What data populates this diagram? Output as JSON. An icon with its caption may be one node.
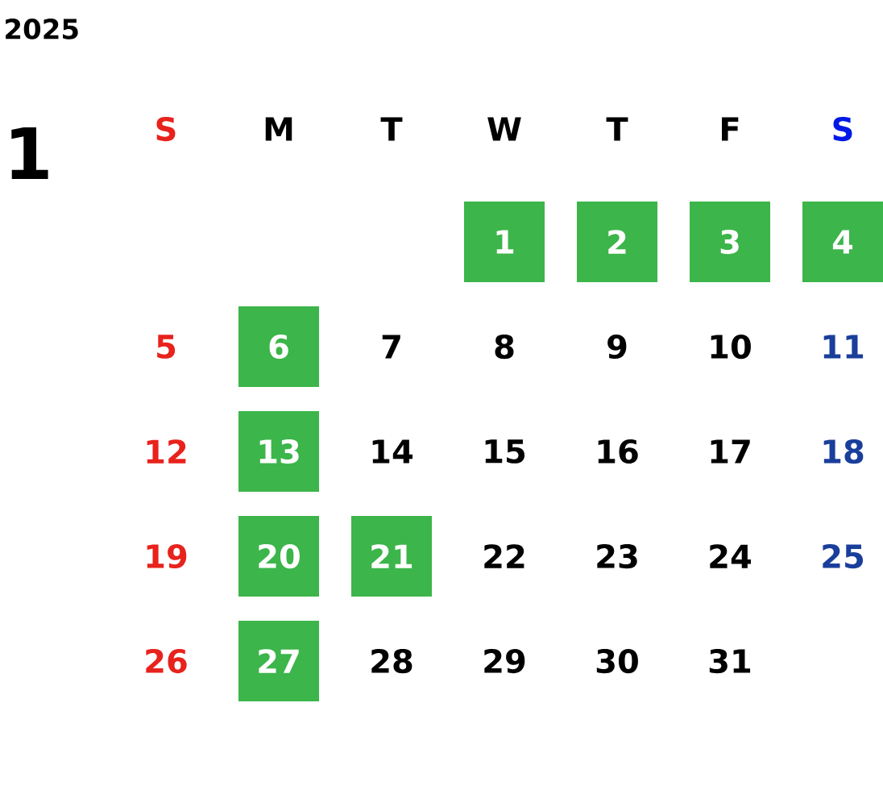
{
  "diagram": {
    "title": "2025",
    "nodes": [
      {
        "text": [
          "1"
        ]
      },
      {
        "text": [
          "2"
        ]
      },
      {
        "text": [
          "3"
        ]
      },
      {
        "text": [
          "4"
        ]
      },
      {
        "text": [
          "6"
        ]
      },
      {
        "text": [
          "13"
        ]
      },
      {
        "text": [
          "20"
        ]
      },
      {
        "text": [
          "21"
        ]
      },
      {
        "text": [
          "27"
        ]
      }
    ],
    "labels": [
      "1",
      "S",
      "M",
      "T",
      "W",
      "T",
      "F",
      "S",
      "5",
      "7",
      "8",
      "9",
      "10",
      "11",
      "12",
      "14",
      "15",
      "16",
      "17",
      "18",
      "19",
      "22",
      "23",
      "24",
      "25",
      "26",
      "28",
      "29",
      "30",
      "31"
    ]
  }
}
